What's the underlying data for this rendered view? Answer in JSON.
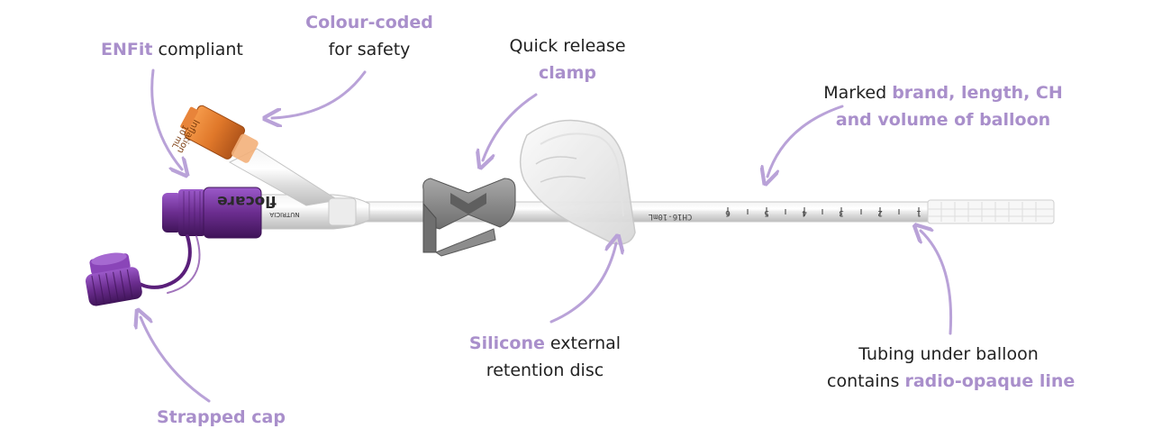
{
  "colors": {
    "accent": "#a98fcb",
    "text": "#222222",
    "purple": "#6b2d8f",
    "orange": "#e0782a",
    "clamp_grey": "#8a8a8a"
  },
  "labels": {
    "enfit": {
      "highlight": "ENFit",
      "text": " compliant"
    },
    "colour": {
      "line1": "Colour-coded",
      "line2": "for safety"
    },
    "clamp": {
      "line1": "Quick release",
      "line2": "clamp"
    },
    "marked": {
      "text": "Marked ",
      "highlight1": "brand, length, CH",
      "highlight2": "and volume of balloon"
    },
    "cap": {
      "highlight": "Strapped cap"
    },
    "silicone": {
      "highlight": "Silicone",
      "text1": " external",
      "text2": "retention disc"
    },
    "tubing": {
      "line1": "Tubing under balloon",
      "text2": "contains ",
      "highlight": "radio-opaque line"
    }
  },
  "device": {
    "brand": "flocare",
    "brand_sub": "NUTRICIA",
    "port_text": "Inflation",
    "port_sub": "10 mL",
    "tube_marking": "CH16-10mL",
    "scale_numbers": [
      "6",
      "5",
      "4",
      "3",
      "2",
      "1"
    ]
  }
}
